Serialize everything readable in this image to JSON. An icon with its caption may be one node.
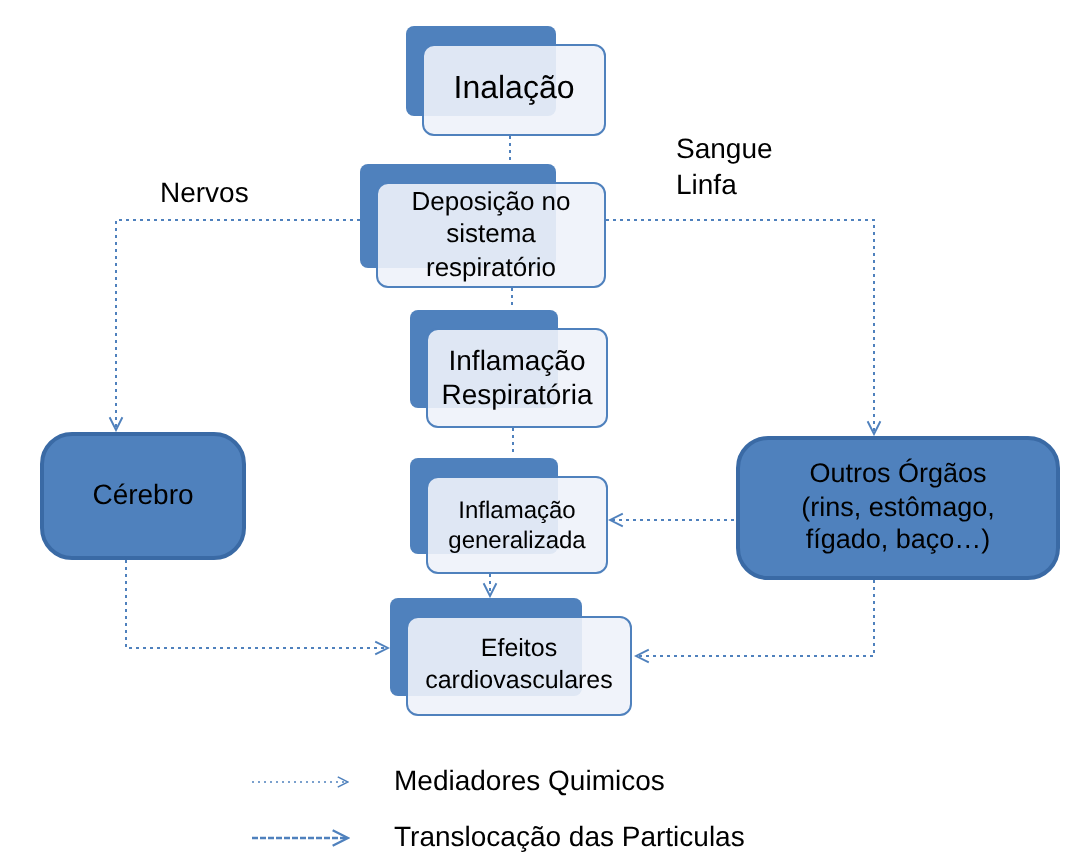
{
  "diagram": {
    "nodes": [
      {
        "text": [
          "Inalação"
        ]
      },
      {
        "text": [
          "Deposição no sistema respiratório"
        ]
      },
      {
        "text": [
          "Inflamação Respiratória"
        ]
      },
      {
        "text": [
          "Cérebro"
        ]
      },
      {
        "text": [
          "Outros Órgãos (rins, estômago, fígado, baço…)"
        ]
      },
      {
        "text": [
          "Inflamação generalizada"
        ]
      },
      {
        "text": [
          "Efeitos cardiovasculares"
        ]
      }
    ],
    "edges": [
      {
        "from": 0,
        "to": 1,
        "arrow": "none"
      },
      {
        "from": 1,
        "to": 3,
        "arrow": "to",
        "label": "Nervos"
      },
      {
        "from": 1,
        "to": 4,
        "arrow": "to",
        "label": "Sangue Linfa"
      },
      {
        "from": 1,
        "to": 2,
        "arrow": "none"
      },
      {
        "from": 2,
        "to": 5,
        "arrow": "none"
      },
      {
        "from": 4,
        "to": 5,
        "arrow": "to"
      },
      {
        "from": 5,
        "to": 6,
        "arrow": "to"
      },
      {
        "from": 3,
        "to": 6,
        "arrow": "to"
      },
      {
        "from": 4,
        "to": 6,
        "arrow": "to"
      }
    ],
    "legend": [
      {
        "text": "Mediadores Quimicos"
      },
      {
        "text": "Translocação das Particulas"
      }
    ]
  }
}
